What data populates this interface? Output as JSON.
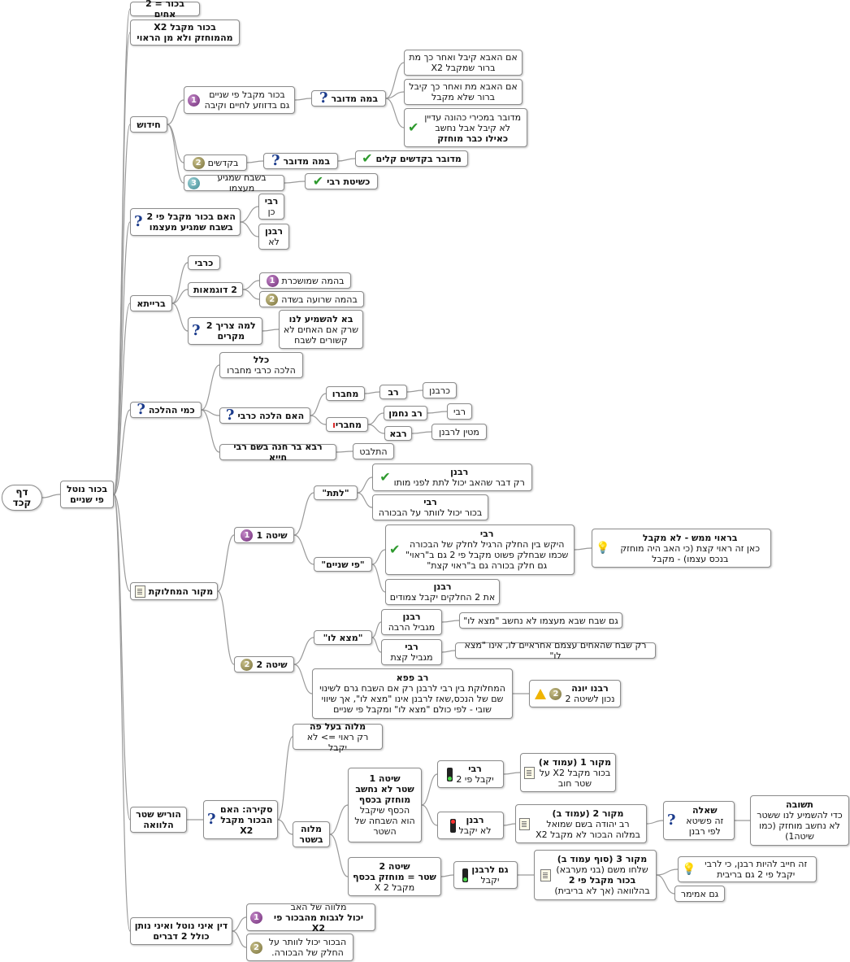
{
  "diagram": {
    "root": {
      "label": "דף קכד"
    },
    "main": {
      "label": "בכור נוטל פי שניים"
    },
    "nodes": {
      "b1": {
        "label": "בכור = 2 אחים"
      },
      "b2": {
        "label": "בכור מקבל X2 מהמוחזק ולא מן הראוי"
      },
      "chidush": {
        "label": "חידוש"
      },
      "ch1": {
        "label": "בכור מקבל פי שניים גם בדזוזע לחיים וקיבה"
      },
      "ch1q": {
        "label": "במה מדובר"
      },
      "ch1a": {
        "label": "אם האבא קיבל ואחר כך מת ברור שמקבל X2"
      },
      "ch1b": {
        "label": "אם האבא מת ואחר כך קיבל ברור שלא מקבל"
      },
      "ch1c": {
        "label": "מדובר במכירי כהונה עדיין לא קיבל אבל נחשב",
        "bold": "כאילו כבר מוחזק"
      },
      "ch2": {
        "label": "בקדשים"
      },
      "ch2q": {
        "label": "במה מדובר"
      },
      "ch2a": {
        "label": "מדובר בקדשים קלים"
      },
      "ch3": {
        "label": "בשבח שמגיע מעצמו"
      },
      "ch3a": {
        "label": "כשיטת רבי"
      },
      "haim": {
        "label": "האם בכור מקבל פי 2 בשבח שמגיע מעצמו"
      },
      "haim_r": {
        "head": "רבי",
        "label": "כן"
      },
      "haim_rb": {
        "head": "רבנן",
        "label": "לא"
      },
      "brayta": {
        "label": "ברייתא"
      },
      "kerabi": {
        "label": "כרבי"
      },
      "dugmaot": {
        "label": "2 דוגמאות"
      },
      "dug1": {
        "label": "בהמה שמושכרת"
      },
      "dug2": {
        "label": "בהמה שרועה בשדה"
      },
      "lama": {
        "label": "למה צריך 2 מקרים"
      },
      "lama_a": {
        "head": "בא להשמיע לנו",
        "label": "שרק אם האחים לא קשורים לשבח"
      },
      "kmi": {
        "label": "כמי ההלכה"
      },
      "klal": {
        "head": "כלל",
        "label": "הלכה כרבי מחברו"
      },
      "haim_halacha": {
        "label": "האם הלכה כרבי"
      },
      "mechavro": {
        "label_a": "מחברו",
        "label_b": ""
      },
      "rav": {
        "label": "רב"
      },
      "karabanan": {
        "label": "כרבנן"
      },
      "mechaveraiv": {
        "label_a": "מחברי",
        "label_b": "ו"
      },
      "rav_nachman": {
        "label": "רב נחמן"
      },
      "rabi_small": {
        "label": "רבי"
      },
      "rava": {
        "label": "רבא"
      },
      "matin": {
        "label": "מטין לרבנן"
      },
      "raba_bar": {
        "label": "רבא בר חנה בשם רבי חייא"
      },
      "hitlavat": {
        "label": "התלבט"
      },
      "makor": {
        "label": "מקור המחלוקת"
      },
      "shita1": {
        "label": "שיטה 1"
      },
      "latet": {
        "label": "\"לתת\""
      },
      "latet_rb": {
        "head": "רבנן",
        "label": "רק דבר שהאב יכול לתת לפני מותו"
      },
      "latet_r": {
        "head": "רבי",
        "label": "בכור יכול לוותר על הבכורה"
      },
      "pi_shnayim": {
        "label": "\"פי שניים\""
      },
      "pi_r": {
        "head": "רבי",
        "label": "היקש בין החלק הרגיל לחלק של הבכורה שכמו שבחלק פשוט מקבל פי 2 גם ב\"ראוי\" גם חלק בכורה גם ב\"ראוי קצת\""
      },
      "pi_note": {
        "head": "בראוי ממש - לא מקבל",
        "label": "כאן זה ראוי קצת (כי האב היה מוחזק בנכס עצמו) - מקבל"
      },
      "pi_rb": {
        "head": "רבנן",
        "label": "את 2 החלקים יקבל צמודים"
      },
      "shita2": {
        "label": "שיטה 2"
      },
      "matza": {
        "label": "\"מצא לו\""
      },
      "matza_rb": {
        "head": "רבנן",
        "label": "מגביל הרבה"
      },
      "matza_rb_n": {
        "label": "גם שבח שבא מעצמו לא נחשב \"מצא לו\""
      },
      "matza_r": {
        "head": "רבי",
        "label": "מגביל קצת"
      },
      "matza_r_n": {
        "label": "רק שבח שהאחים עצמם אחראיים לו, אינו \"מצא לו\""
      },
      "rav_papa": {
        "head": "רב פפא",
        "label": "המחלוקת בין רבי לרבנן רק אם השבח גרם לשינוי שם של הנכס,שאז לרבנן אינו \"מצא לו\", אך שיווי שובי - לפי כולם \"מצא לו\" ומקבל פי שניים"
      },
      "ravina": {
        "head": "רבנו יונה",
        "label": "נכון לשיטה 2"
      },
      "horish": {
        "label": "הוריש שטר הלוואה"
      },
      "skira": {
        "label": "סקירה: האם הבכור מקבל X2"
      },
      "milve_al_pe": {
        "head": "מלוה בעל פה",
        "label": "רק ראוי => לא יקבל"
      },
      "milve_bishtar": {
        "label": "מלוה בשטר"
      },
      "sh1": {
        "head": "שיטה 1",
        "bold": "שטר לא נחשב מוחזק בכסף",
        "label": "הכסף שיקבל הוא השבחה של השטר"
      },
      "sh1_r": {
        "head": "רבי",
        "label": "יקבל פי 2"
      },
      "m1": {
        "head": "מקור 1 (עמוד א)",
        "label": "בכור מקבל X2 על שטר חוב"
      },
      "sh1_rb": {
        "head": "רבנן",
        "label": "לא יקבל"
      },
      "m2": {
        "head": "מקור 2 (עמוד ב)",
        "label": "רב יהודה בשם שמואל במלוה הבכור לא מקבל X2"
      },
      "sheela": {
        "head": "שאלה",
        "label": "זה פשיטא לפי רבנן"
      },
      "tshuva": {
        "head": "תשובה",
        "label": "כדי להשמיע לנו ששטר לא נחשב מוחזק (כמו שיטה1)"
      },
      "sh2": {
        "head": "שיטה 2",
        "bold": "שטר = מוחזק בכסף",
        "label": "מקבל X 2"
      },
      "gam_rb": {
        "head": "גם לרבנן",
        "label": "יקבל"
      },
      "m3": {
        "head": "מקור 3 (סוף עמוד ב)",
        "label": "שלחו משם (בני מערבא)",
        "bold": "בכור מקבל פי 2",
        "label2": "בהלוואה (אך לא בריבית)"
      },
      "m3_note": {
        "label": "זה חייב להיות רבנן, כי לרבי יקבל פי 2 גם בריבית"
      },
      "gam_amimar": {
        "label": "גם אמימר"
      },
      "din": {
        "label": "דין איני נוטל ואיני נותן כולל 2 דברים"
      },
      "din1": {
        "label": "מלווה של האב",
        "bold": "יכול לגבות מהבכור פי X2"
      },
      "din2": {
        "label": "הבכור יכול לוותר על החלק של הבכורה."
      }
    },
    "icons": {
      "question": "?",
      "check": "✔",
      "bulb": "💡",
      "colors": {
        "border": "#8c8c8c",
        "line": "#9a9a9a",
        "q": "#1b3b8c",
        "check": "#2e9a2e",
        "red": "#d81010"
      }
    }
  }
}
